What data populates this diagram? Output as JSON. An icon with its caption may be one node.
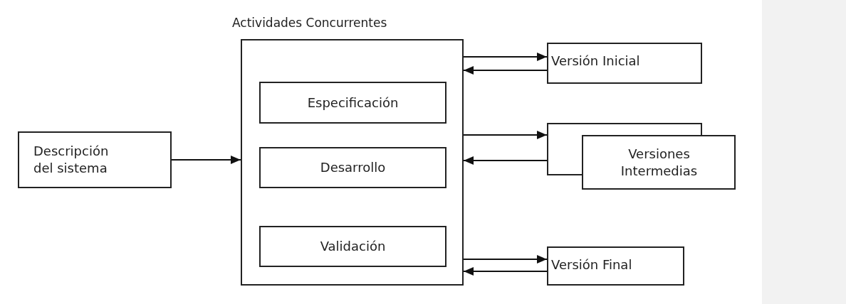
{
  "diagram": {
    "nodes": [
      {
        "text": [
          "Descripción del sistema"
        ]
      },
      {
        "text": [
          "Actividades Concurrentes"
        ]
      },
      {
        "text": [
          "Especificación"
        ],
        "in": 1
      },
      {
        "text": [
          "Desarrollo"
        ],
        "in": 1
      },
      {
        "text": [
          "Validación"
        ],
        "in": 1
      },
      {
        "text": [
          "Versión Inicial"
        ]
      },
      {
        "text": [
          "Versiones Intermedias"
        ]
      },
      {
        "text": [
          "Versión Final"
        ]
      }
    ],
    "edges": [
      {
        "from": 0,
        "to": 1,
        "arrow": "to"
      },
      {
        "from": 1,
        "to": 5,
        "arrow": "to"
      },
      {
        "from": 5,
        "to": 1,
        "arrow": "to"
      },
      {
        "from": 1,
        "to": 6,
        "arrow": "to"
      },
      {
        "from": 6,
        "to": 1,
        "arrow": "to"
      },
      {
        "from": 1,
        "to": 7,
        "arrow": "to"
      },
      {
        "from": 7,
        "to": 1,
        "arrow": "to"
      }
    ]
  }
}
